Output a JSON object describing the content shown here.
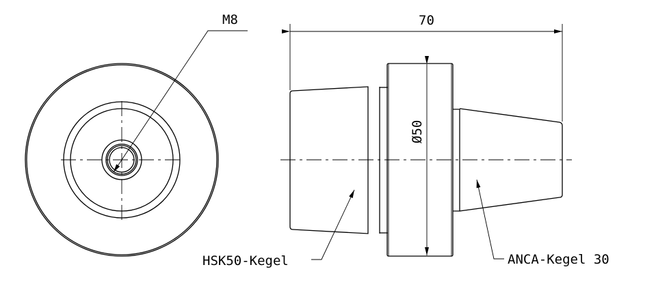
{
  "drawing": {
    "thread_label": "M8",
    "length_dimension": "70",
    "diameter_dimension": "Ø50",
    "left_cone_label": "HSK50-Kegel",
    "right_cone_label": "ANCA-Kegel 30",
    "line_color": "#000000",
    "background_color": "#ffffff"
  }
}
